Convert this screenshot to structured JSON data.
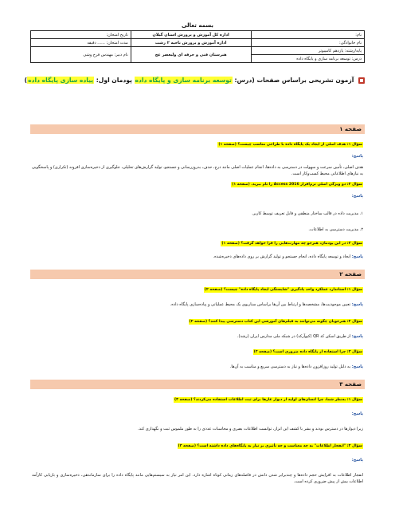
{
  "bismillah": "بسمه تعالی",
  "header": {
    "right": [
      "نام:",
      "نام خانوادگی:",
      "پایه/رشته: یازدهم کامپیوتر",
      "درس: توسعه برنامه سازی و پایگاه داده"
    ],
    "center": [
      "اداره کل آموزش و پرورش استان گیلان",
      "اداره آموزش و پرورش ناحیه ۲ رشت",
      "هنرستان فنی و حرفه ای ولیعصر عج"
    ],
    "left": [
      "تاریخ امتحان:",
      "مدت امتحان: ...... دقیقه",
      "نام دبیر: مهندس فرخ وشی"
    ]
  },
  "title": {
    "prefix": "آزمون تشریحی براساس صفحات",
    "course_label": "(درس:",
    "course": "توسعه برنامه سازی و پایگاه داده",
    "module_label": "پودمان اول:",
    "module": "پیاده سازی پایگاه داده",
    "suffix": ")"
  },
  "sections": [
    {
      "label": "صفحه ۱"
    },
    {
      "label": "صفحه ۲"
    },
    {
      "label": "صفحه ۳"
    }
  ],
  "answer_label": "پاسخ:",
  "questions": {
    "q1": "سؤال ۱: هدف اصلی از ایجاد یک پایگاه داده با طراحی مناسب چیست؟ (صفحه ۱)",
    "a1": "هدف اصلی، تأمین سرعت و سهولت در دسترسی به داده‌ها، انجام عملیات اصلی مانند درج، حذف، به‌روزرسانی و جستجو، تولید گزارش‌های تحلیلی، جلوگیری از ذخیره‌سازی افزونه (تکراری) و پاسخگویی به نیازهای اطلاعاتی محیط کسب‌وکار است.",
    "q2": "سؤال ۲: دو ویژگی اصلی نرم‌افزار Access 2016 را نام ببرید. (صفحه ۱)",
    "a2_1": "۱. مدیریت داده در قالب ساختار منطقی و قابل تعریف توسط کاربر.",
    "a2_2": "۲. مدیریت دسترسی به اطلاعات.",
    "q3": "سؤال ۳: در این پودمان، هنرجو چه مهارت‌هایی را فرا خواهد گرفت؟ (صفحه ۱)",
    "a3": "ایجاد و توسعه پایگاه داده، انجام جستجو و تولید گزارش بر روی داده‌های ذخیره‌شده.",
    "q4": "سؤال ۱: استاندارد عملکرد واحد یادگیری \"شایستگی ایجاد پایگاه داده\" چیست؟ (صفحه ۲)",
    "a4": "تعیین موجودیت‌ها، مشخصه‌ها و ارتباط بین آن‌ها براساس سناریوی یک محیط عملیاتی و پیاده‌سازی پایگاه داده.",
    "q5": "سؤال ۲: هنرجویان چگونه می‌توانند به فیلم‌های آموزشی این کتاب دسترسی پیدا کنند؟ (صفحه ۲)",
    "a5": "از طریق اسکن کد QR (کیوآرکد) در شبکه ملی مدارس ایران (رشد).",
    "q6": "سؤال ۳: چرا استفاده از پایگاه داده ضروری است؟ (صفحه ۲)",
    "a6": "به دلیل تولید روزافزون داده‌ها و نیاز به دسترسی سریع و مناسب به آن‌ها.",
    "q7": "سؤال ۱: به‌نظر شما، چرا انسان‌های اولیه از دیوار غارها برای ثبت اطلاعات استفاده می‌کردند؟ (صفحه ۳)",
    "a7": "زیرا دیوارها در دسترس بودند و بشر با کشف این ابزار، توانست اطلاعات بصری و محاسبات عددی را به طور ملموس ثبت و نگهداری کند.",
    "q8": "سؤال ۲: \"انفجار اطلاعات\" به چه معناست و چه تأثیری بر نیاز به پایگاه‌های داده داشته است؟ (صفحه ۳)",
    "a8": "انفجار اطلاعات به افزایش حجم داده‌ها و چندبرابر شدن دانش در فاصله‌های زمانی کوتاه اشاره دارد. این امر نیاز به سیستم‌هایی مانند پایگاه داده را برای سازماندهی، ذخیره‌سازی و بازیابی کارآمد اطلاعات بیش از پیش ضروری کرده است."
  }
}
